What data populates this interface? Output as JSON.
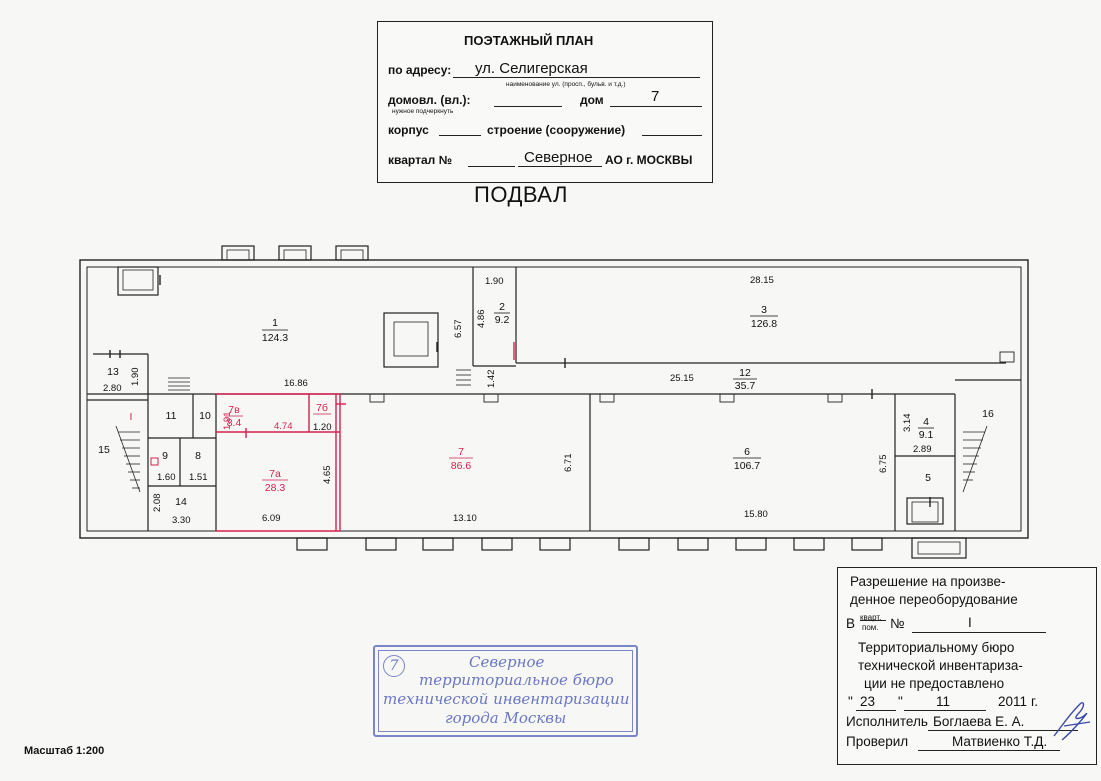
{
  "header": {
    "title": "ПОЭТАЖНЫЙ ПЛАН",
    "address_label": "по адресу:",
    "address_value": "ул. Селигерская",
    "address_hint": "наименование ул. (просп., бульв. и т.д.)",
    "domovl_label": "домовл. (вл.):",
    "underline_hint": "нужное подчеркнуть",
    "dom_label": "дом",
    "dom_value": "7",
    "korpus_label": "корпус",
    "stroenie_label": "строение (сооружение)",
    "kvartal_label": "квартал №",
    "kvartal_value": "Северное",
    "kvartal_suffix": "АО г. МОСКВЫ"
  },
  "floor_title": "ПОДВАЛ",
  "rooms": {
    "r1": {
      "num": "1",
      "area": "124.3"
    },
    "r2": {
      "num": "2",
      "area": "9.2"
    },
    "r3": {
      "num": "3",
      "area": "126.8"
    },
    "r4": {
      "num": "4",
      "area": "9.1"
    },
    "r5": {
      "num": "5"
    },
    "r6": {
      "num": "6",
      "area": "106.7"
    },
    "r7": {
      "num": "7",
      "area": "86.6"
    },
    "r7a": {
      "num": "7а",
      "area": "28.3"
    },
    "r7b": {
      "num": "7б"
    },
    "r7v": {
      "num": "7в",
      "area": "8.4"
    },
    "r8": {
      "num": "8"
    },
    "r9": {
      "num": "9"
    },
    "r10": {
      "num": "10"
    },
    "r11": {
      "num": "11"
    },
    "r12": {
      "num": "12",
      "area": "35.7"
    },
    "r13": {
      "num": "13"
    },
    "r14": {
      "num": "14"
    },
    "r15": {
      "num": "15"
    },
    "r16": {
      "num": "16"
    },
    "roman": "I"
  },
  "dims": {
    "d1_90a": "1.90",
    "d4_86": "4.86",
    "d28_15": "28.15",
    "d6_57": "6.57",
    "d1_42": "1.42",
    "d25_15": "25.15",
    "d16_86": "16.86",
    "d1_90b": "1.90",
    "d2_80": "2.80",
    "d1_91": "1.91",
    "d4_74": "4.74",
    "d1_20": "1.20",
    "d4_65": "4.65",
    "d6_71": "6.71",
    "d6_09": "6.09",
    "d13_10": "13.10",
    "d15_80": "15.80",
    "d6_75": "6.75",
    "d3_14": "3.14",
    "d2_89": "2.89",
    "d1_60": "1.60",
    "d1_51": "1.51",
    "d2_08": "2.08",
    "d3_30": "3.30"
  },
  "permit": {
    "line1": "Разрешение на произве-",
    "line2": "денное переоборудование",
    "v_label": "В",
    "kvart": "кварт.",
    "pom": "пом.",
    "no_label": "№",
    "no_value": "I",
    "line4": "Территориальному бюро",
    "line5": "технической инвентаризa-",
    "line6": "ции не предоставлено",
    "day": "23",
    "month": "11",
    "year": "2011",
    "year_suffix": "г.",
    "executor_label": "Исполнитель",
    "executor_name": "Боглаева Е. А.",
    "checker_label": "Проверил",
    "checker_name": "Матвиенко Т.Д."
  },
  "stamp": {
    "number": "7",
    "line1": "Северное",
    "line2": "территориальное бюро",
    "line3": "технической инвентаризации",
    "line4": "города Москвы"
  },
  "scale": "Масштаб 1:200"
}
